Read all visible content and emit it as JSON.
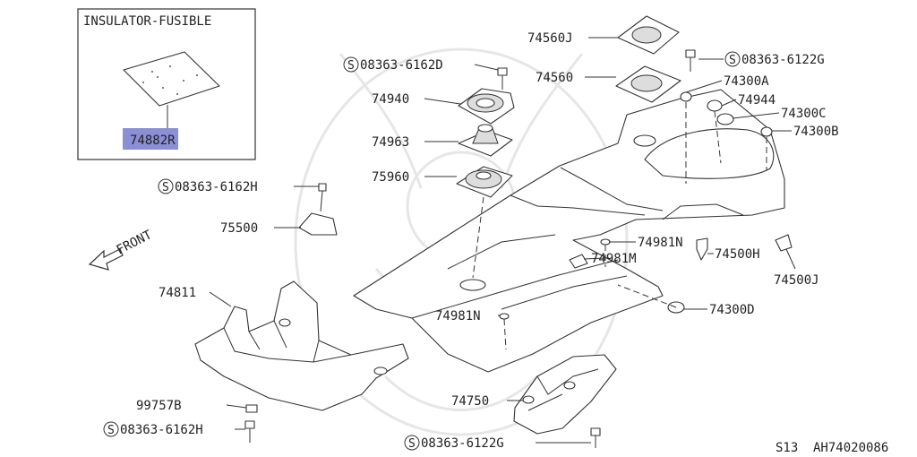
{
  "inset": {
    "title": "INSULATOR-FUSIBLE",
    "part_number": "74882R",
    "highlight_color": "#8a8fd6"
  },
  "labels": {
    "p74560J": "74560J",
    "p74560": "74560",
    "b08363_6162D": "08363-6162D",
    "b08363_6122G_top": "08363-6122G",
    "p74940": "74940",
    "p74963": "74963",
    "p75960": "75960",
    "p74300A": "74300A",
    "p74944": "74944",
    "p74300C": "74300C",
    "p74300B": "74300B",
    "b08363_6162H_top": "08363-6162H",
    "p75500": "75500",
    "front": "FRONT",
    "p74981N_a": "74981N",
    "p74981M": "74981M",
    "p74500H": "74500H",
    "p74500J": "74500J",
    "p74811": "74811",
    "p74981N_b": "74981N",
    "p74300D": "74300D",
    "p99757B": "99757B",
    "b08363_6162H_bottom": "08363-6162H",
    "p74750": "74750",
    "b08363_6122G_bottom": "08363-6122G"
  },
  "bolt_prefix": "S",
  "footer": {
    "model": "S13",
    "code": "AH74020086"
  },
  "icons": {
    "front_arrow": "front-arrow-icon",
    "bolt_symbol": "circled-s-icon"
  }
}
